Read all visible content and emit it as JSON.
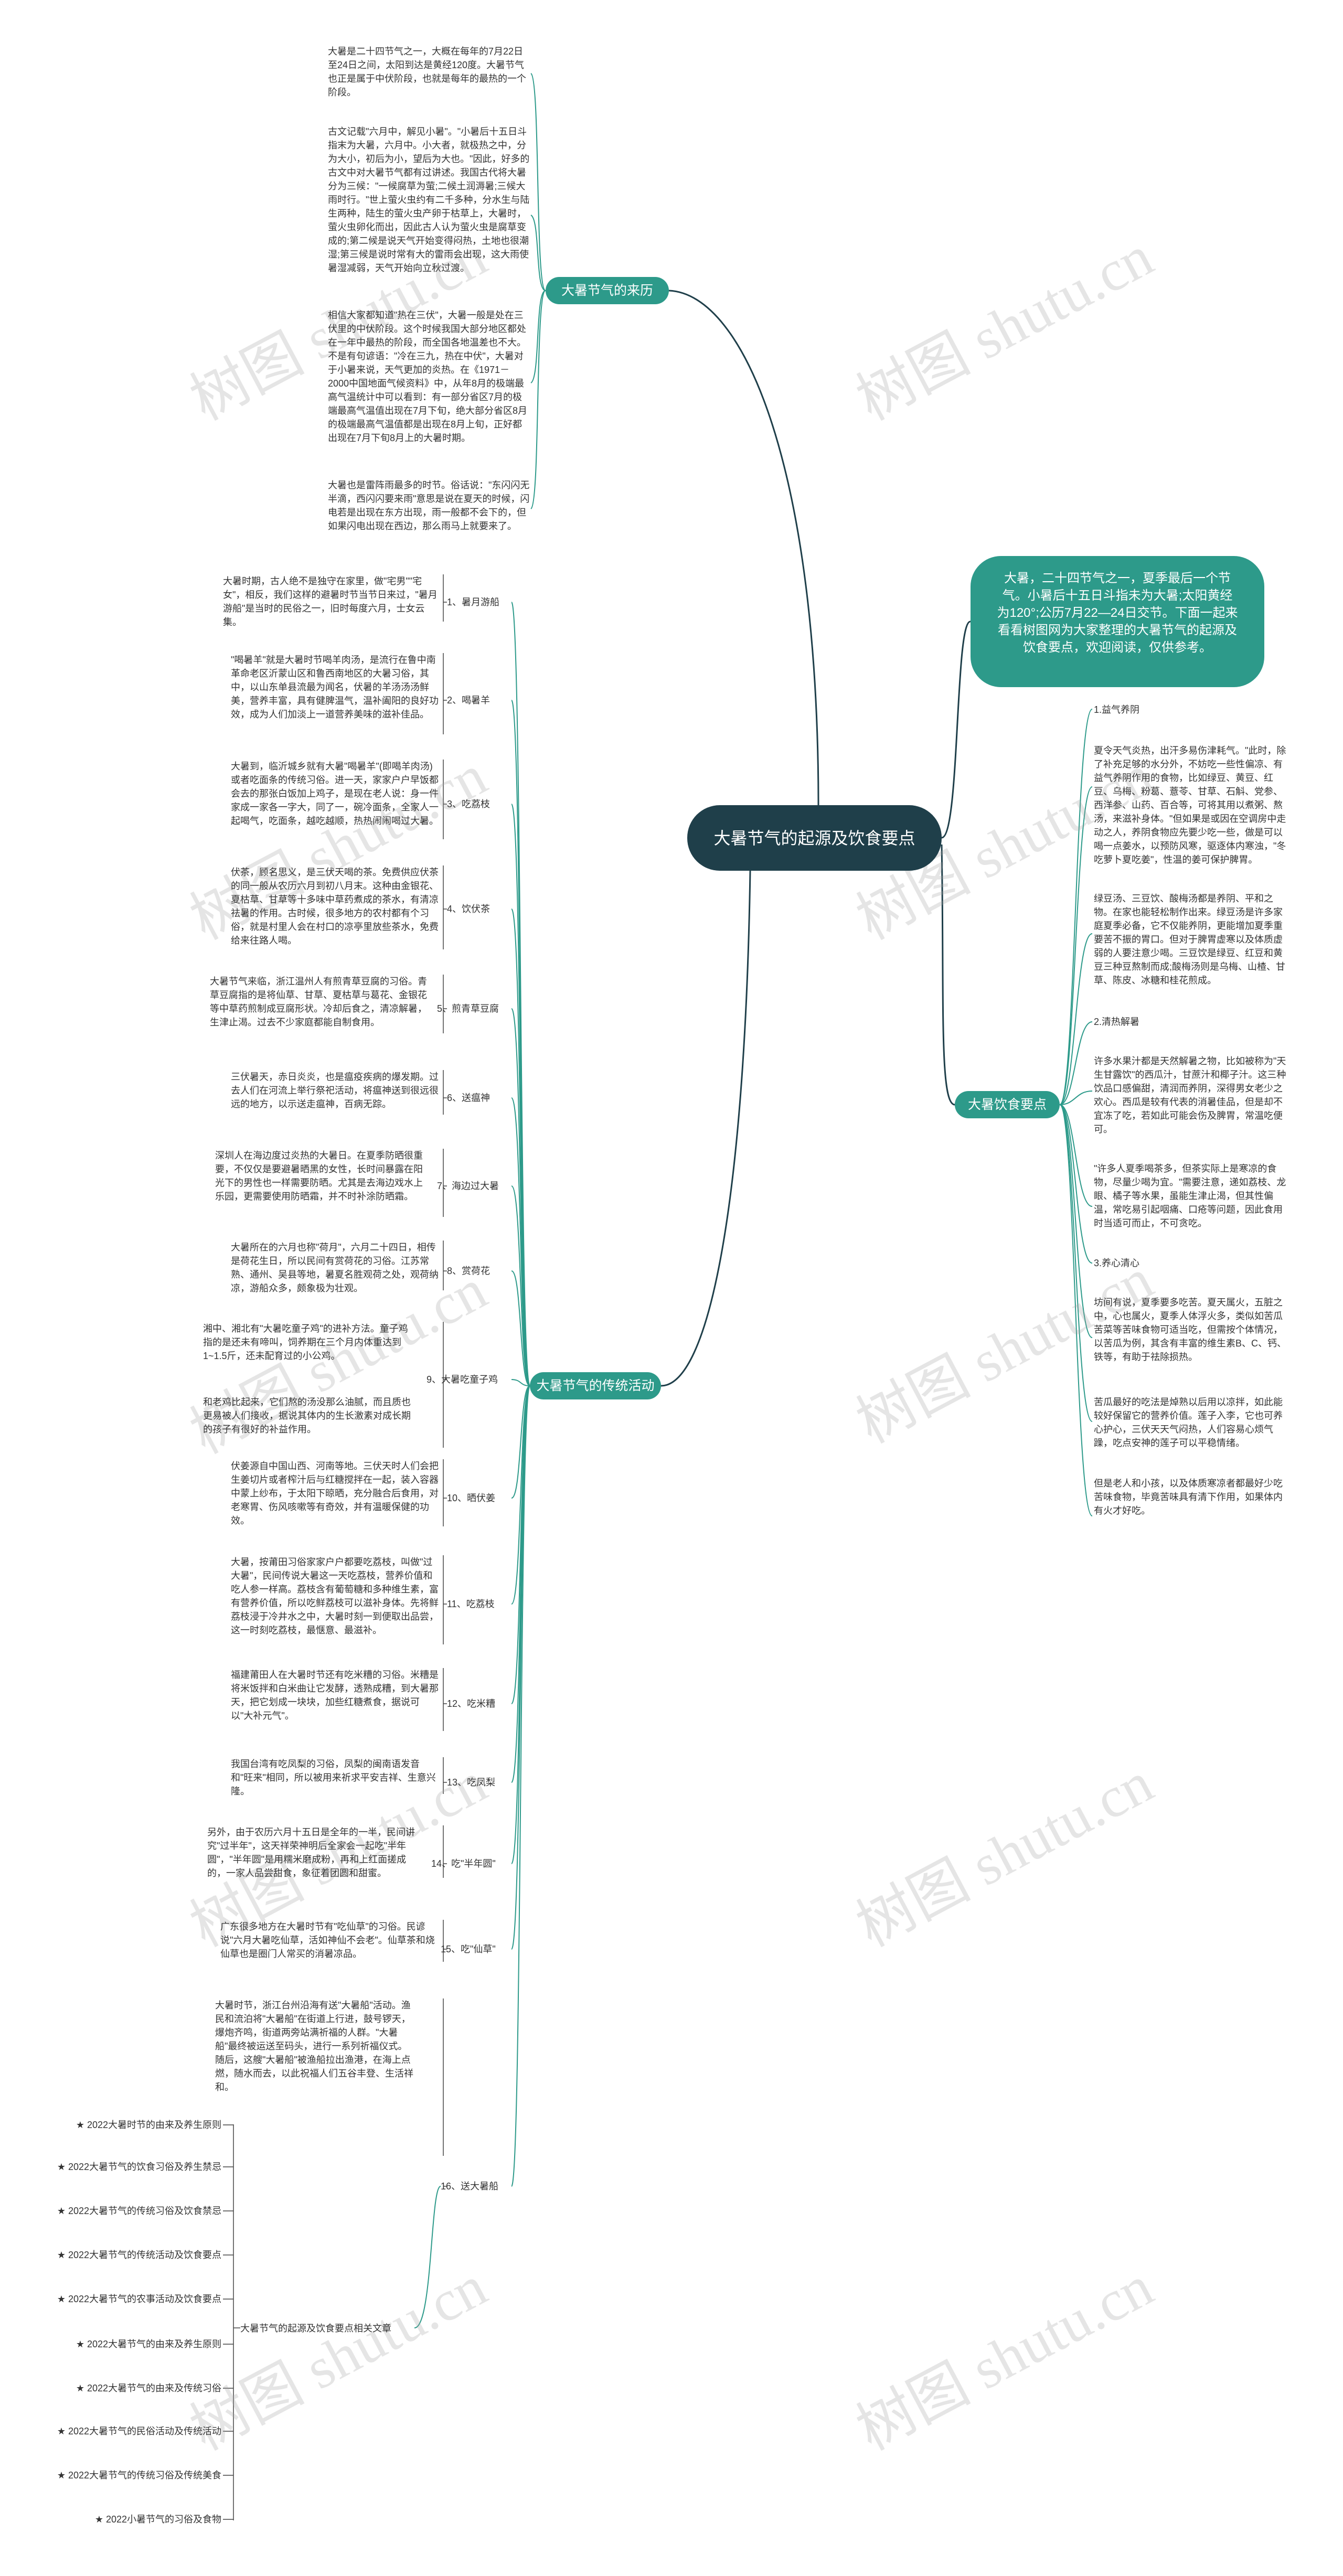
{
  "center": "大暑节气的起源及饮食要点",
  "intro": "大暑，二十四节气之一，夏季最后一个节气。小暑后十五日斗指未为大暑;太阳黄经为120°;公历7月22—24日交节。下面一起来看看树图网为大家整理的大暑节气的起源及饮食要点，欢迎阅读，仅供参考。",
  "watermark": "树图 shutu.cn",
  "branches": {
    "origin": "大暑节气的来历",
    "diet": "大暑饮食要点",
    "activities": "大暑节气的传统活动",
    "related": "大暑节气的起源及饮食要点相关文章"
  },
  "origin_paras": [
    "大暑是二十四节气之一，大概在每年的7月22日至24日之间，太阳到达是黄经120度。大暑节气也正是属于中伏阶段，也就是每年的最热的一个阶段。",
    "古文记载\"六月中，解见小暑\"。\"小暑后十五日斗指末为大暑，六月中。小大者，就极热之中，分为大小，初后为小，望后为大也。\"因此，好多的古文中对大暑节气都有过讲述。我国古代将大暑分为三候：\"一候腐草为萤;二候土润溽暑;三候大雨时行。\"世上萤火虫约有二千多种，分水生与陆生两种，陆生的萤火虫产卵于枯草上，大暑时，萤火虫卵化而出，因此古人认为萤火虫是腐草变成的;第二候是说天气开始变得闷热，土地也很潮湿;第三候是说时常有大的雷雨会出现，这大雨使暑湿减弱，天气开始向立秋过渡。",
    "相信大家都知道\"热在三伏\"，大暑一般是处在三伏里的中伏阶段。这个时候我国大部分地区都处在一年中最热的阶段，而全国各地温差也不大。不是有句谚语：\"冷在三九，热在中伏\"，大暑对于小暑来说，天气更加的炎热。在《1971－2000中国地面气候资料》中，从年8月的极端最高气温统计中可以看到：有一部分省区7月的极端最高气温值出现在7月下旬，绝大部分省区8月的极端最高气温值都是出现在8月上旬，正好都出现在7月下旬8月上的大暑时期。",
    "大暑也是雷阵雨最多的时节。俗话说：\"东闪闪无半滴，西闪闪要来雨\"意思是说在夏天的时候，闪电若是出现在东方出现，雨一般都不会下的，但如果闪电出现在西边，那么雨马上就要来了。"
  ],
  "diet_items": [
    "1.益气养阴",
    "夏令天气炎热，出汗多易伤津耗气。\"此时，除了补充足够的水分外，不妨吃一些性偏凉、有益气养阴作用的食物，比如绿豆、黄豆、红豆、乌梅、粉葛、薏苓、甘草、石斛、党参、西洋参、山药、百合等，可将其用以煮粥、熬汤，来滋补身体。\"但如果是或因在空调房中走动之人，养阴食物应先要少吃一些，做是可以喝一点姜水，以预防风寒，驱逐体内寒浊，\"冬吃萝卜夏吃姜\"，性温的姜可保护脾胃。",
    "绿豆汤、三豆饮、酸梅汤都是养阴、平和之物。在家也能轻松制作出来。绿豆汤是许多家庭夏季必备，它不仅能养阴，更能增加夏季重要苦不振的胃口。但对于脾胃虚寒以及体质虚弱的人要注意少喝。三豆饮是绿豆、红豆和黄豆三种豆熬制而成;酸梅汤则是乌梅、山楂、甘草、陈皮、冰糖和桂花煎成。",
    "2.清热解暑",
    "许多水果汁都是天然解暑之物，比如被称为\"天生甘露饮\"的西瓜汁，甘蔗汁和椰子汁。这三种饮品口感偏甜，清润而养阴，深得男女老少之欢心。西瓜是较有代表的消暑佳品，但是却不宜冻了吃，若如此可能会伤及脾胃，常温吃便可。",
    "\"许多人夏季喝茶多，但茶实际上是寒凉的食物，尽量少喝为宜。\"需要注意，递如荔枝、龙眼、橘子等水果，虽能生津止渴，但其性偏温，常吃易引起咽痛、口疮等问题，因此食用时当适可而止，不可贪吃。",
    "3.养心清心",
    "坊间有说，夏季要多吃苦。夏天属火，五脏之中，心也属火，夏季人体浮火多，类似如苦瓜苦菜等苦味食物可适当吃，但需按个体情况，以苦瓜为例，其含有丰富的维生素B、C、钙、铁等，有助于祛除损热。",
    "苦瓜最好的吃法是焯熟以后用以凉拌，如此能较好保留它的营养价值。莲子入李，它也可养心护心，三伏天天气闷热，人们容易心烦气躁，吃点安神的莲子可以平稳情绪。",
    "但是老人和小孩，以及体质寒凉者都最好少吃苦味食物，毕竟苦味具有清下作用，如果体内有火才好吃。"
  ],
  "activities": [
    {
      "label": "1、暑月游船",
      "text": "大暑时期，古人绝不是独守在家里，做\"宅男\"\"宅女\"，相反，我们这样的避暑时节当节日来过，\"暑月游船\"是当时的民俗之一，旧时每度六月，士女云集。"
    },
    {
      "label": "2、喝暑羊",
      "text": "\"喝暑羊\"就是大暑时节喝羊肉汤，是流行在鲁中南革命老区沂蒙山区和鲁西南地区的大暑习俗，其中，以山东单县流最为闻名，伏暑的羊汤汤汤鲜美，营养丰富，具有健脾温气，温补阖阳的良好功效，成为人们加淡上一道营养美味的滋补佳品。"
    },
    {
      "label": "3、吃荔枝",
      "text": "大暑到，临沂城乡就有大暑\"喝暑羊\"(即喝羊肉汤)或者吃面条的传统习俗。进一天，家家户户早饭都会去的那张白饭加上鸡子，是现在老人说：身一件家成一家各一字大，同了一，碗冷面条，全家人一起喝气，吃面条，越吃越顺，热热闹闹喝过大暑。"
    },
    {
      "label": "4、饮伏茶",
      "text": "伏茶，顾名思义，是三伏天喝的茶。免费供应伏茶的同一般从农历六月到初八月末。这种由金银花、夏枯草、甘草等十多味中草药煮成的茶水，有清凉祛暑的作用。古时候，很多地方的农村都有个习俗，就是村里人会在村口的凉亭里放些茶水，免费给来往路人喝。"
    },
    {
      "label": "5、煎青草豆腐",
      "text": "大暑节气来临，浙江温州人有煎青草豆腐的习俗。青草豆腐指的是将仙草、甘草、夏枯草与葛花、金银花等中草药煎制成豆腐形状。冷却后食之，清凉解暑，生津止渴。过去不少家庭都能自制食用。"
    },
    {
      "label": "6、送瘟神",
      "text": "三伏暑天，赤日炎炎，也是瘟疫疾病的爆发期。过去人们在河流上举行祭祀活动，将瘟神送到很远很远的地方，以示送走瘟神，百病无踪。"
    },
    {
      "label": "7、海边过大暑",
      "text": "深圳人在海边度过炎热的大暑日。在夏季防晒很重要，不仅仅是要避暑晒黑的女性，长时间暴露在阳光下的男性也一样需要防晒。尤其是去海边戏水上乐园，更需要使用防晒霜，并不时补涂防晒霜。"
    },
    {
      "label": "8、赏荷花",
      "text": "大暑所在的六月也称\"荷月\"，六月二十四日，相传是荷花生日，所以民间有赏荷花的习俗。江苏常熟、通州、吴县等地，暑夏名胜观荷之处，观荷纳凉，游船众多，颇象极为壮观。"
    },
    {
      "label": "9、大暑吃童子鸡",
      "text": "湘中、湘北有\"大暑吃童子鸡\"的进补方法。童子鸡指的是还未有啼叫，饲养期在三个月内体重达到1~1.5斤，还未配育过的小公鸡。",
      "text2": "和老鸡比起来，它们熬的汤没那么油腻，而且质也更易被人们接收，据说其体内的生长激素对成长期的孩子有很好的补益作用。"
    },
    {
      "label": "10、晒伏姜",
      "text": "伏姜源自中国山西、河南等地。三伏天时人们会把生姜切片或者榨汁后与红糖搅拌在一起，装入容器中蒙上纱布，于太阳下晾晒，充分融合后食用，对老寒胃、伤风咳嗽等有奇效，并有温暖保健的功效。"
    },
    {
      "label": "11、吃荔枝",
      "text": "大暑，按莆田习俗家家户户都要吃荔枝，叫做\"过大暑\"，民间传说大暑这一天吃荔枝，营养价值和吃人参一样高。荔枝含有葡萄糖和多种维生素，富有营养价值，所以吃鲜荔枝可以滋补身体。先将鲜荔枝浸于冷井水之中，大暑时刻一到便取出品尝，这一时刻吃荔枝，最惬意、最滋补。"
    },
    {
      "label": "12、吃米糟",
      "text": "福建莆田人在大暑时节还有吃米糟的习俗。米糟是将米饭拌和白米曲让它发酵，透熟成糟，到大暑那天，把它划成一块块，加些红糖煮食，据说可以\"大补元气\"。"
    },
    {
      "label": "13、吃凤梨",
      "text": "我国台湾有吃凤梨的习俗，凤梨的闽南语发音和\"旺来\"相同，所以被用来祈求平安吉祥、生意兴隆。"
    },
    {
      "label": "14、吃\"半年圆\"",
      "text": "另外，由于农历六月十五日是全年的一半，民间讲究\"过半年\"，这天祥荣神明后全家会一起吃\"半年圆\"，\"半年圆\"是用糯米磨成粉，再和上红面搓成的，一家人品尝甜食，象征着团圆和甜蜜。"
    },
    {
      "label": "15、吃\"仙草\"",
      "text": "广东很多地方在大暑时节有\"吃仙草\"的习俗。民谚说\"六月大暑吃仙草，活如神仙不会老\"。仙草茶和烧仙草也是圈门人常买的消暑凉品。"
    },
    {
      "label": "16、送大暑船",
      "text": "大暑时节，浙江台州沿海有送\"大暑船\"活动。渔民和流泊将\"大暑船\"在街道上行进，鼓号锣天，爆炮齐鸣，街道两旁站满祈福的人群。\"大暑船\"最终被运送至码头，进行一系列祈福仪式。随后，这艘\"大暑船\"被渔船拉出渔港，在海上点燃，随水而去，以此祝福人们五谷丰登、生活祥和。"
    }
  ],
  "related": [
    "★ 2022大暑时节的由来及养生原则",
    "★ 2022大暑节气的饮食习俗及养生禁忌",
    "★ 2022大暑节气的传统习俗及饮食禁忌",
    "★ 2022大暑节气的传统活动及饮食要点",
    "★ 2022大暑节气的农事活动及饮食要点",
    "★ 2022大暑节气的由来及养生原则",
    "★ 2022大暑节气的由来及传统习俗",
    "★ 2022大暑节气的民俗活动及传统活动",
    "★ 2022大暑节气的传统习俗及传统美食",
    "★ 2022小暑节气的习俗及食物"
  ]
}
